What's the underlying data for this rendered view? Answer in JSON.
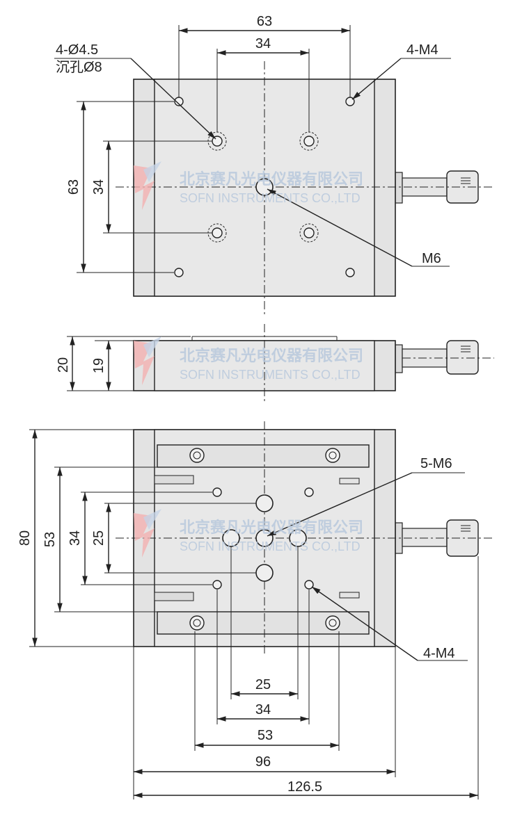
{
  "watermark": {
    "company_cn": "北京赛凡光电仪器有限公司",
    "company_en": "SOFN INSTRUMENTS CO.,LTD"
  },
  "top_view": {
    "dim_width_outer": "63",
    "dim_width_inner": "34",
    "dim_height_outer": "63",
    "dim_height_inner": "34",
    "callout_holes_line1": "4-Ø4.5",
    "callout_holes_line2": "沉孔Ø8",
    "callout_tapped": "4-M4",
    "callout_center": "M6"
  },
  "side_view": {
    "dim_height_total": "20",
    "dim_height_body": "19"
  },
  "bottom_view": {
    "dim_v_80": "80",
    "dim_v_53": "53",
    "dim_v_34": "34",
    "dim_v_25": "25",
    "callout_m6": "5-M6",
    "callout_m4": "4-M4",
    "dim_h_25": "25",
    "dim_h_34": "34",
    "dim_h_53": "53",
    "dim_h_96": "96",
    "dim_h_126": "126.5"
  }
}
